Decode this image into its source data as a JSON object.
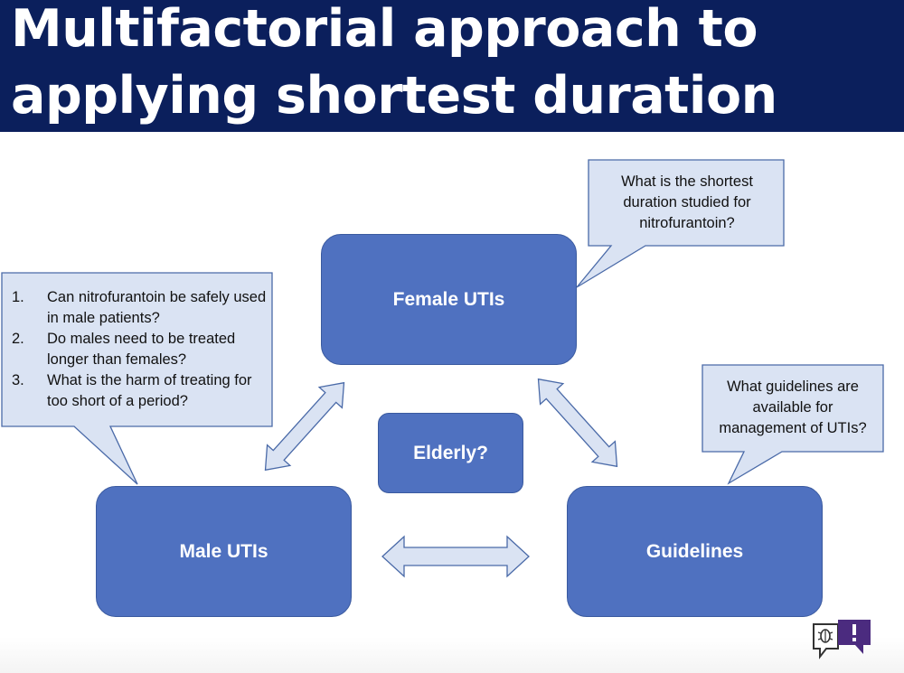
{
  "title": {
    "line1": "Multifactorial approach to",
    "line2": "applying shortest duration"
  },
  "nodes": {
    "female": "Female UTIs",
    "male": "Male UTIs",
    "guidelines": "Guidelines",
    "elderly": "Elderly?"
  },
  "callouts": {
    "female": "What is the shortest duration studied for nitrofurantoin?",
    "guidelines": "What guidelines are available for management of UTIs?",
    "male": [
      {
        "number": "1.",
        "text": "Can nitrofurantoin be safely used in male patients?"
      },
      {
        "number": "2.",
        "text": "Do males need to be treated longer than females?"
      },
      {
        "number": "3.",
        "text": "What is the harm of treating for too short of a period?"
      }
    ]
  },
  "colors": {
    "title_bar": "#0b1f5c",
    "node_fill": "#4f71c0",
    "callout_fill": "#dae3f3",
    "arrow_fill": "#dae3f3",
    "outline": "#4a6aa8"
  },
  "logo": {
    "icon": "chat-bubble-bug-logo"
  }
}
